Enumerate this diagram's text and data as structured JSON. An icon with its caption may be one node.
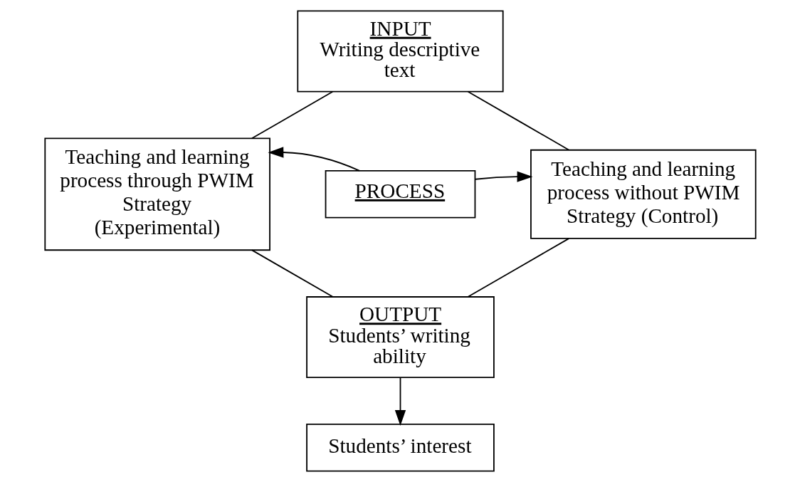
{
  "diagram": {
    "nodes": [
      {
        "text": [
          "INPUT",
          "Writing descriptive text"
        ]
      },
      {
        "text": [
          "Teaching and learning process through PWIM Strategy (Experimental)"
        ]
      },
      {
        "text": [
          "PROCESS"
        ]
      },
      {
        "text": [
          "Teaching and learning process without PWIM Strategy (Control)"
        ]
      },
      {
        "text": [
          "OUTPUT",
          "Students’ writing ability"
        ]
      },
      {
        "text": [
          "Students’ interest"
        ]
      }
    ],
    "edges": [
      {
        "from": 0,
        "to": 1,
        "arrow": "none"
      },
      {
        "from": 0,
        "to": 3,
        "arrow": "none"
      },
      {
        "from": 2,
        "to": 1,
        "arrow": "to"
      },
      {
        "from": 2,
        "to": 3,
        "arrow": "to"
      },
      {
        "from": 1,
        "to": 4,
        "arrow": "none"
      },
      {
        "from": 3,
        "to": 4,
        "arrow": "none"
      },
      {
        "from": 4,
        "to": 5,
        "arrow": "to"
      }
    ]
  }
}
